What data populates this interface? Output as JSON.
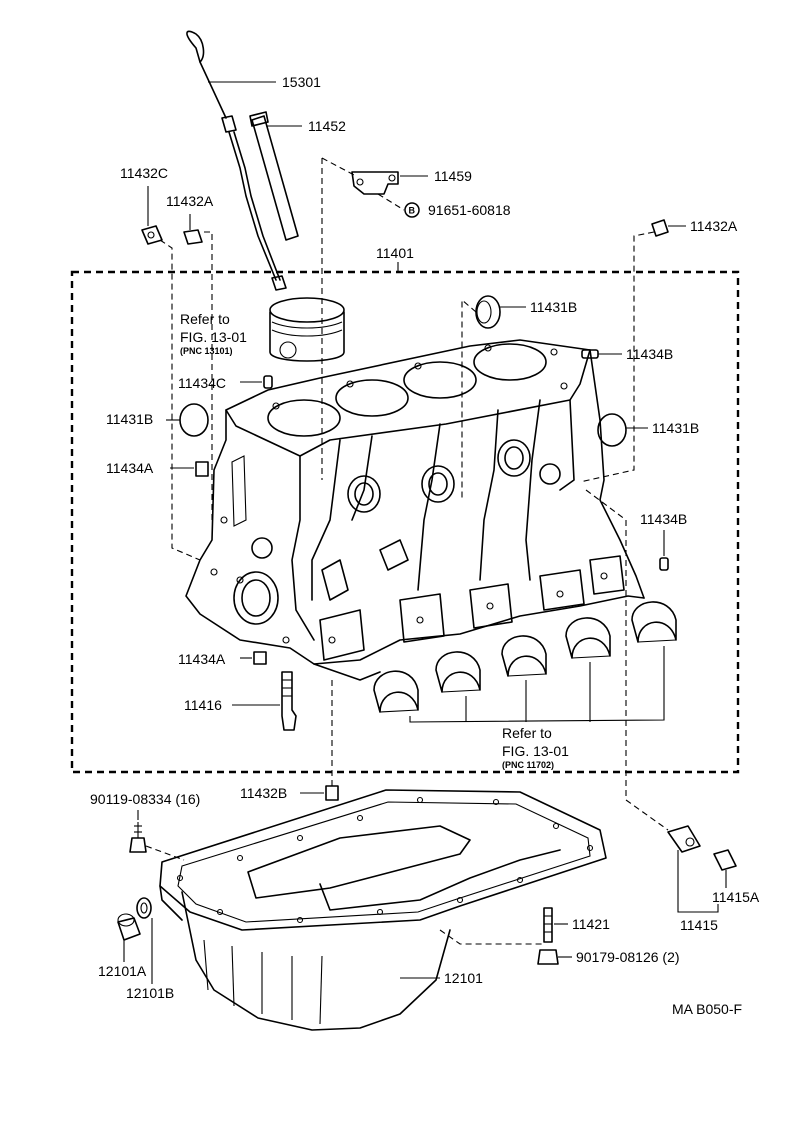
{
  "diagram": {
    "part_labels": {
      "p15301": "15301",
      "p11452": "11452",
      "p11459": "11459",
      "p91651": "91651-60818",
      "p91651_mark": "B",
      "p11432C": "11432C",
      "p11432A_left": "11432A",
      "p11432A_right": "11432A",
      "p11401": "11401",
      "p11431B_top": "11431B",
      "p11434B_top": "11434B",
      "p11434C": "11434C",
      "p11431B_left": "11431B",
      "p11431B_right": "11431B",
      "p11434A_upper": "11434A",
      "p11434B_right": "11434B",
      "p11434A_lower": "11434A",
      "p11416": "11416",
      "p11432B": "11432B",
      "p90119": "90119-08334 (16)",
      "p11415A": "11415A",
      "p11415": "11415",
      "p11421": "11421",
      "p90179": "90179-08126 (2)",
      "p12101A": "12101A",
      "p12101B": "12101B",
      "p12101": "12101"
    },
    "refs": {
      "piston_refer": "Refer to",
      "piston_fig": "FIG. 13-01",
      "piston_pnc": "(PNC 13101)",
      "bearing_refer": "Refer to",
      "bearing_fig": "FIG. 13-01",
      "bearing_pnc": "(PNC 11702)"
    },
    "figure_code": "MA  B050-F"
  }
}
